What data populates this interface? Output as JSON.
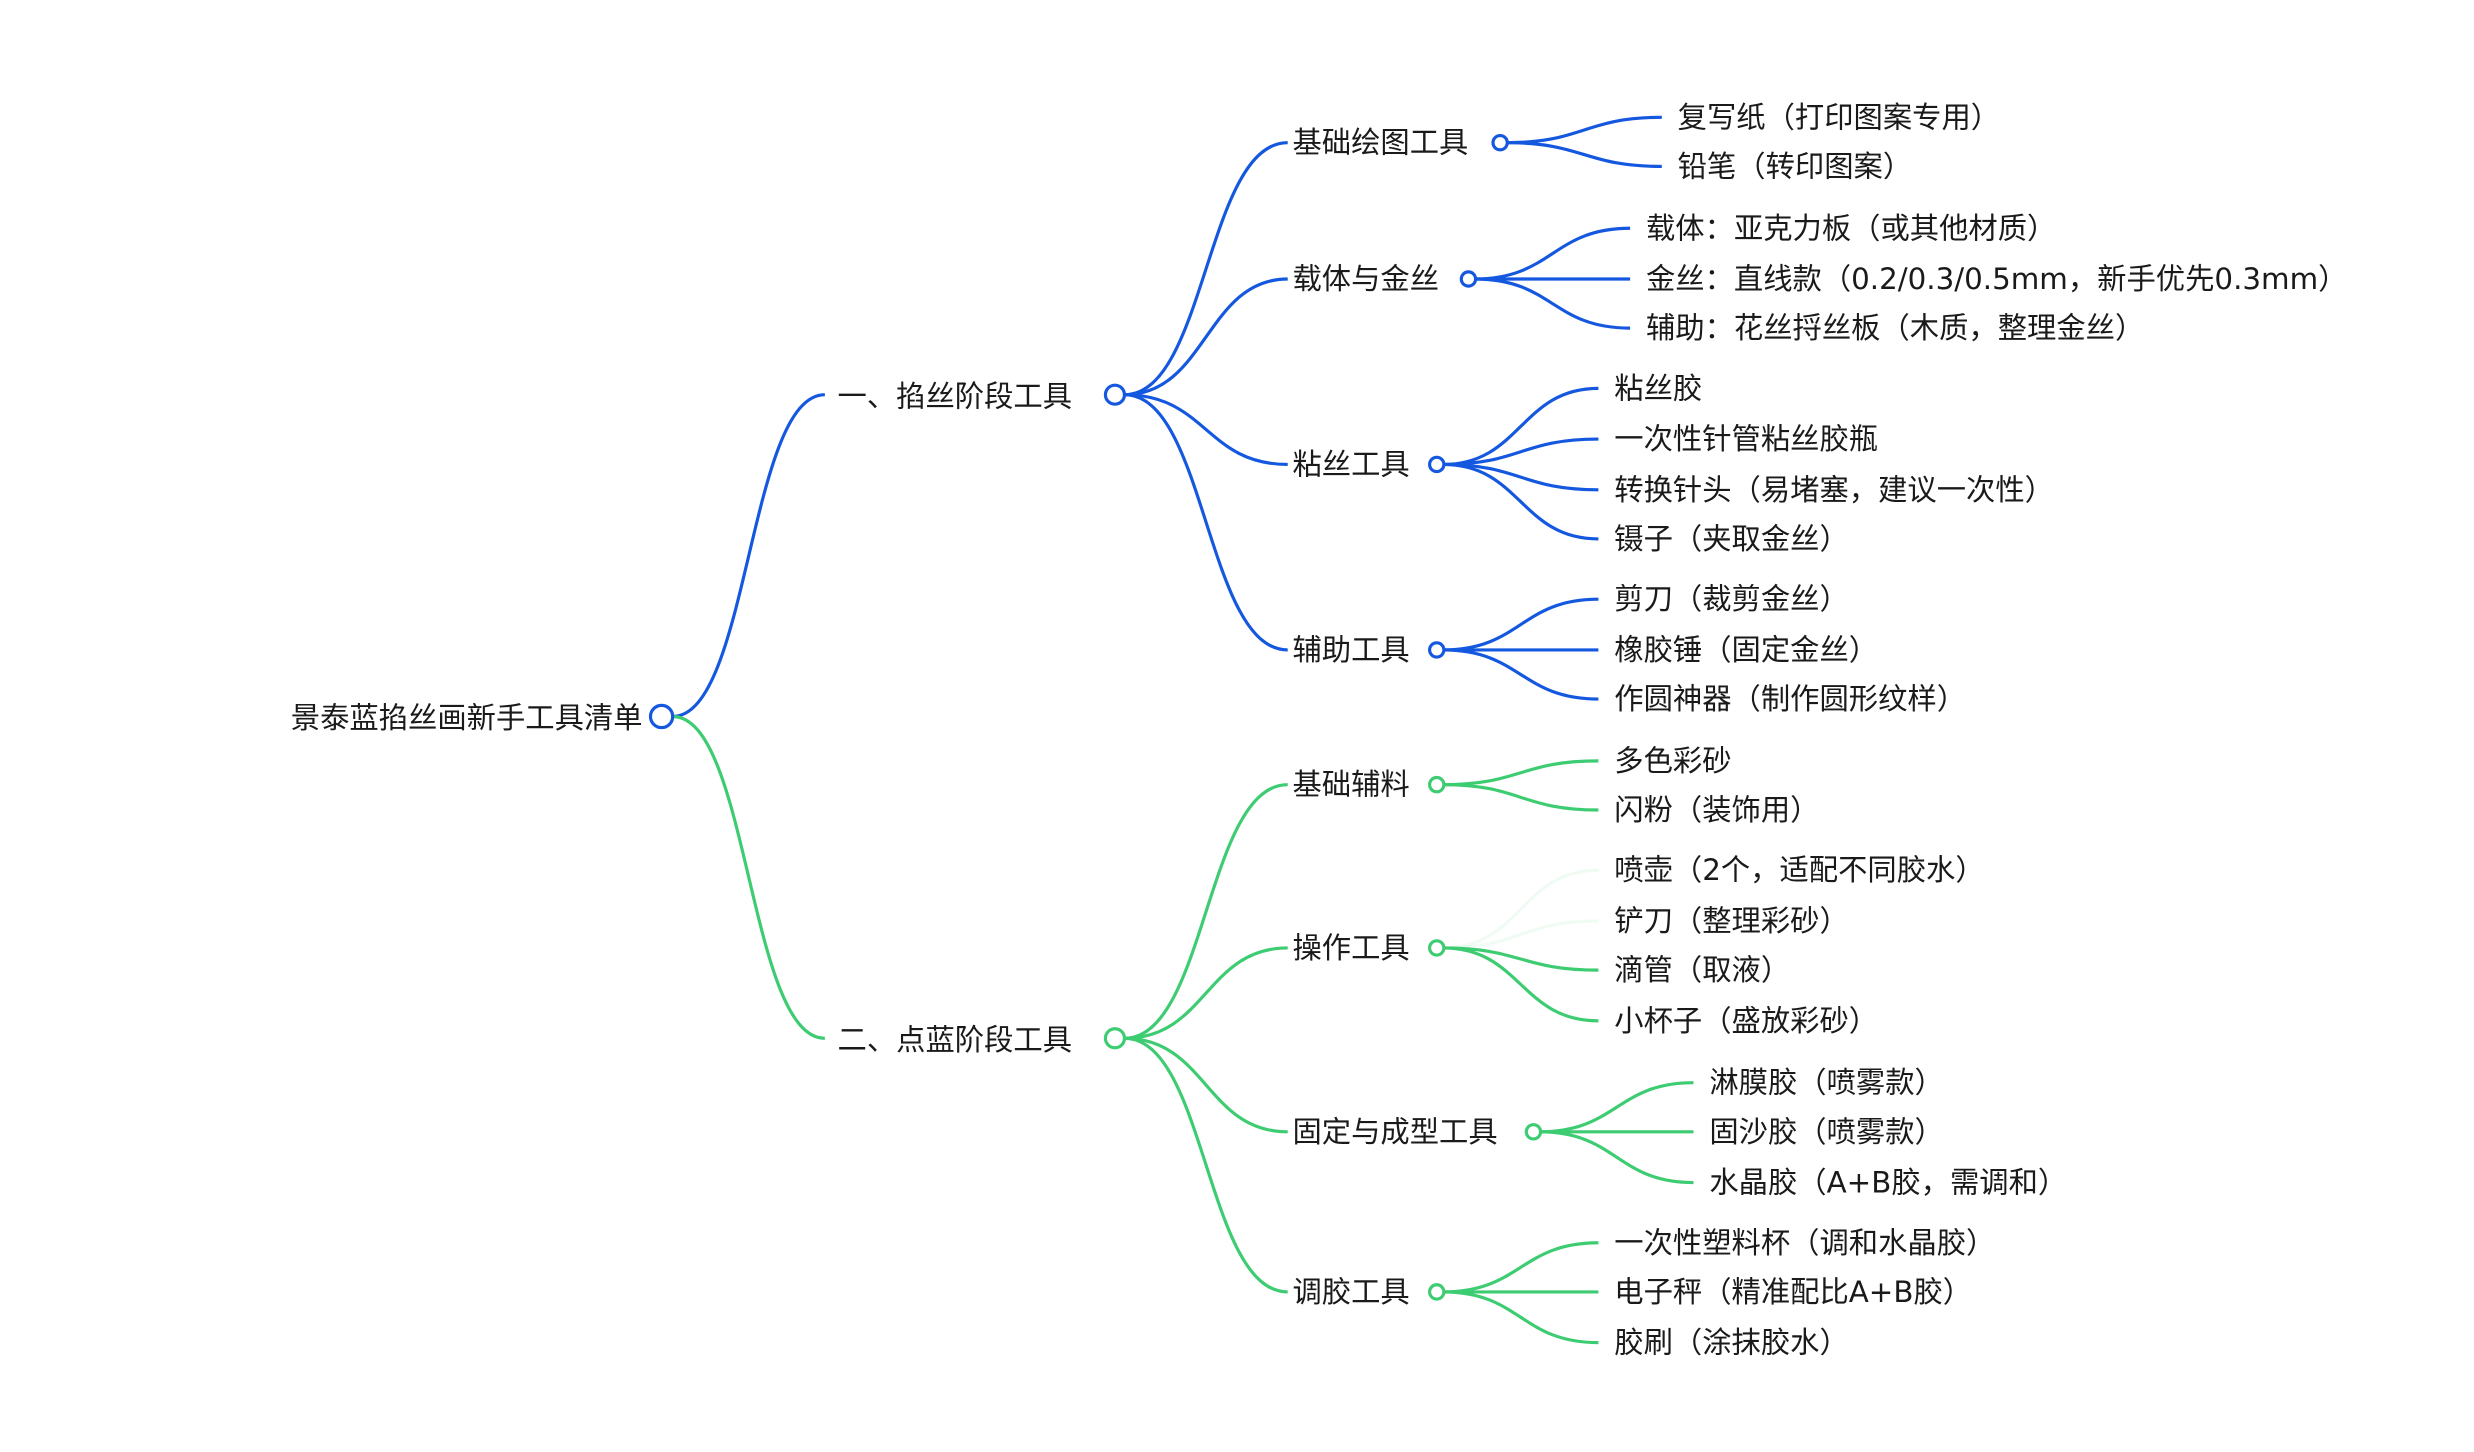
{
  "colors": {
    "stage1": "#1558e0",
    "stage2": "#3dcc72",
    "text": "#1a1a1a"
  },
  "root": {
    "label": "景泰蓝掐丝画新手工具清单"
  },
  "stages": [
    {
      "label": "一、掐丝阶段工具",
      "groups": [
        {
          "label": "基础绘图工具",
          "items": [
            "复写纸（打印图案专用）",
            "铅笔（转印图案）"
          ]
        },
        {
          "label": "载体与金丝",
          "items": [
            "载体：亚克力板（或其他材质）",
            "金丝：直线款（0.2/0.3/0.5mm，新手优先0.3mm）",
            "辅助：花丝捋丝板（木质，整理金丝）"
          ]
        },
        {
          "label": "粘丝工具",
          "items": [
            "粘丝胶",
            "一次性针管粘丝胶瓶",
            "转换针头（易堵塞，建议一次性）",
            "镊子（夹取金丝）"
          ]
        },
        {
          "label": "辅助工具",
          "items": [
            "剪刀（裁剪金丝）",
            "橡胶锤（固定金丝）",
            "作圆神器（制作圆形纹样）"
          ]
        }
      ]
    },
    {
      "label": "二、点蓝阶段工具",
      "groups": [
        {
          "label": "基础辅料",
          "items": [
            "多色彩砂",
            "闪粉（装饰用）"
          ]
        },
        {
          "label": "操作工具",
          "items": [
            "喷壶（2个，适配不同胶水）",
            "铲刀（整理彩砂）",
            "滴管（取液）",
            "小杯子（盛放彩砂）"
          ]
        },
        {
          "label": "固定与成型工具",
          "items": [
            "淋膜胶（喷雾款）",
            "固沙胶（喷雾款）",
            "水晶胶（A+B胶，需调和）"
          ]
        },
        {
          "label": "调胶工具",
          "items": [
            "一次性塑料杯（调和水晶胶）",
            "电子秤（精准配比A+B胶）",
            "胶刷（涂抹胶水）"
          ]
        }
      ]
    }
  ]
}
